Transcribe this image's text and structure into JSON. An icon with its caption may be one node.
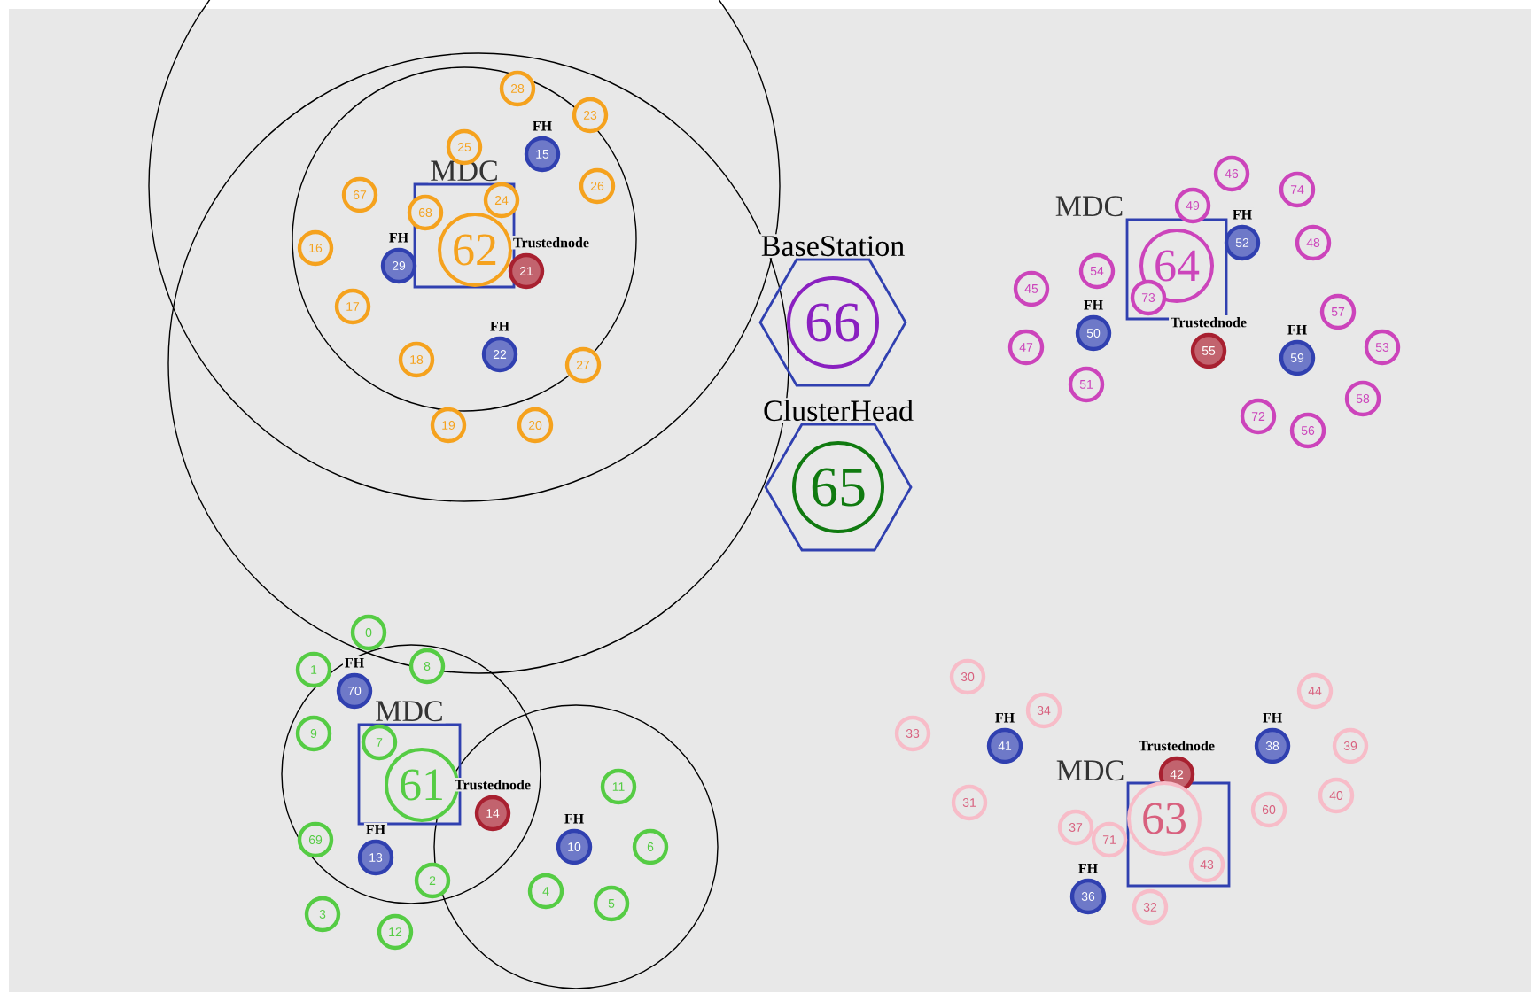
{
  "diagram": {
    "nodes": [
      {
        "text": [
          "MDC"
        ]
      },
      {
        "text": [
          "62"
        ],
        "in": 0
      },
      {
        "text": [
          "28"
        ]
      },
      {
        "text": [
          "23"
        ]
      },
      {
        "text": [
          "25"
        ]
      },
      {
        "text": [
          "15"
        ],
        "beside": [
          "FH"
        ]
      },
      {
        "text": [
          "26"
        ]
      },
      {
        "text": [
          "67"
        ]
      },
      {
        "text": [
          "24"
        ]
      },
      {
        "text": [
          "68"
        ]
      },
      {
        "text": [
          "16"
        ]
      },
      {
        "text": [
          "29"
        ],
        "beside": [
          "FH"
        ]
      },
      {
        "text": [
          "21"
        ],
        "beside": [
          "Trustednode"
        ]
      },
      {
        "text": [
          "17"
        ]
      },
      {
        "text": [
          "22"
        ],
        "beside": [
          "FH"
        ]
      },
      {
        "text": [
          "18"
        ]
      },
      {
        "text": [
          "27"
        ]
      },
      {
        "text": [
          "19"
        ]
      },
      {
        "text": [
          "20"
        ]
      },
      {
        "text": [
          "BaseStation"
        ]
      },
      {
        "text": [
          "66"
        ],
        "in": 19
      },
      {
        "text": [
          "ClusterHead"
        ]
      },
      {
        "text": [
          "65"
        ],
        "in": 21
      },
      {
        "text": [
          "MDC"
        ]
      },
      {
        "text": [
          "64"
        ],
        "in": 23
      },
      {
        "text": [
          "46"
        ]
      },
      {
        "text": [
          "74"
        ]
      },
      {
        "text": [
          "49"
        ]
      },
      {
        "text": [
          "52"
        ],
        "beside": [
          "FH"
        ]
      },
      {
        "text": [
          "48"
        ]
      },
      {
        "text": [
          "54"
        ]
      },
      {
        "text": [
          "45"
        ]
      },
      {
        "text": [
          "73"
        ],
        "in": 23
      },
      {
        "text": [
          "50"
        ],
        "beside": [
          "FH"
        ]
      },
      {
        "text": [
          "47"
        ]
      },
      {
        "text": [
          "55"
        ],
        "beside": [
          "Trustednode"
        ]
      },
      {
        "text": [
          "57"
        ]
      },
      {
        "text": [
          "53"
        ]
      },
      {
        "text": [
          "59"
        ],
        "beside": [
          "FH"
        ]
      },
      {
        "text": [
          "51"
        ]
      },
      {
        "text": [
          "58"
        ]
      },
      {
        "text": [
          "72"
        ]
      },
      {
        "text": [
          "56"
        ]
      },
      {
        "text": [
          "MDC"
        ]
      },
      {
        "text": [
          "61"
        ],
        "in": 43
      },
      {
        "text": [
          "0"
        ]
      },
      {
        "text": [
          "1"
        ]
      },
      {
        "text": [
          "8"
        ]
      },
      {
        "text": [
          "70"
        ],
        "beside": [
          "FH"
        ]
      },
      {
        "text": [
          "9"
        ]
      },
      {
        "text": [
          "7"
        ],
        "in": 43
      },
      {
        "text": [
          "11"
        ]
      },
      {
        "text": [
          "14"
        ],
        "beside": [
          "Trustednode"
        ]
      },
      {
        "text": [
          "69"
        ]
      },
      {
        "text": [
          "13"
        ],
        "beside": [
          "FH"
        ]
      },
      {
        "text": [
          "10"
        ],
        "beside": [
          "FH"
        ]
      },
      {
        "text": [
          "6"
        ]
      },
      {
        "text": [
          "2"
        ]
      },
      {
        "text": [
          "4"
        ]
      },
      {
        "text": [
          "5"
        ]
      },
      {
        "text": [
          "3"
        ]
      },
      {
        "text": [
          "12"
        ]
      },
      {
        "text": [
          "MDC"
        ]
      },
      {
        "text": [
          "63"
        ],
        "in": 62
      },
      {
        "text": [
          "30"
        ]
      },
      {
        "text": [
          "44"
        ]
      },
      {
        "text": [
          "34"
        ]
      },
      {
        "text": [
          "33"
        ]
      },
      {
        "text": [
          "41"
        ],
        "beside": [
          "FH"
        ]
      },
      {
        "text": [
          "38"
        ],
        "beside": [
          "FH"
        ]
      },
      {
        "text": [
          "39"
        ]
      },
      {
        "text": [
          "42"
        ],
        "beside": [
          "Trustednode"
        ]
      },
      {
        "text": [
          "31"
        ]
      },
      {
        "text": [
          "40"
        ]
      },
      {
        "text": [
          "60"
        ]
      },
      {
        "text": [
          "37"
        ]
      },
      {
        "text": [
          "71"
        ]
      },
      {
        "text": [
          "43"
        ],
        "in": 62
      },
      {
        "text": [
          "36"
        ],
        "beside": [
          "FH"
        ]
      },
      {
        "text": [
          "32"
        ]
      }
    ]
  }
}
